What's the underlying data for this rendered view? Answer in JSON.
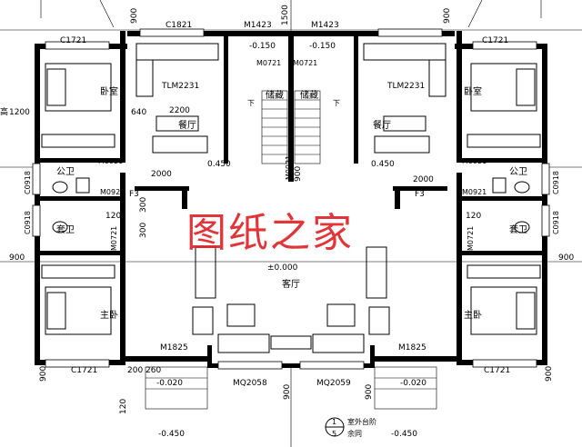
{
  "watermark": {
    "text": "图纸之家",
    "color": "#e0242a"
  },
  "rooms": {
    "bedroom_left": "卧室",
    "bedroom_right": "卧室",
    "dining_left": "餐厅",
    "dining_right": "餐厅",
    "storage_left": "储藏",
    "storage_right": "储藏",
    "public_bath_left": "公卫",
    "public_bath_right": "公卫",
    "ensuite_left": "套卫",
    "ensuite_right": "套卫",
    "master_left": "主卧",
    "master_right": "主卧",
    "living": "客厅",
    "stair_down_left": "下",
    "stair_down_right": "下"
  },
  "windows": {
    "c1821": "C1821",
    "m1423_l": "M1423",
    "m1423_r": "M1423",
    "c1721_tl": "C1721",
    "c1721_tr": "C1721",
    "c1721_bl": "C1721",
    "c1721_br": "C1721",
    "tlm_l": "TLM2231",
    "tlm_r": "TLM2231",
    "m0721_l": "M0721",
    "m0721_r": "M0721",
    "m0921_a": "M0921",
    "m0921_b": "M0921",
    "m0921_c": "M0921",
    "m0921_d": "M0921",
    "m0921_v": "M0921",
    "m0721_side_l": "M0721",
    "m0721_side_r": "M0721",
    "c0918_l1": "C0918",
    "c0918_l2": "C0918",
    "c0918_r1": "C0918",
    "c0918_r2": "C0918",
    "m1825_l": "M1825",
    "m1825_r": "M1825",
    "mq2058": "MQ2058",
    "mq2059": "MQ2059"
  },
  "levels": {
    "neg015_l": "-0.150",
    "neg015_r": "-0.150",
    "p045_l": "0.450",
    "p045_r": "0.450",
    "zero": "±0.000",
    "neg002_l": "-0.020",
    "neg002_r": "-0.020",
    "neg045_l": "-0.450",
    "neg045_r": "-0.450"
  },
  "dims": {
    "d900_tl": "900",
    "d1500": "1500",
    "d900_tr": "900",
    "d1200": "1200",
    "d640": "640",
    "d2200": "2200",
    "d2000_l": "2000",
    "d2000_r": "2000",
    "d900_ml": "900",
    "d900_mr": "900",
    "d1200_vl": "120",
    "d1200_vr": "120",
    "d300a": "300",
    "d300b": "300",
    "d900_bl": "900",
    "d900_br": "900",
    "d200": "200",
    "d260": "260",
    "d900_b1": "900",
    "d900_b2": "900",
    "d120": "120",
    "d900_vc": "900"
  },
  "misc": {
    "hai_prefix": "高",
    "f3_l": "F3",
    "f3_r": "F3",
    "section_top": "1",
    "section_bot": "5",
    "note1": "室外台阶",
    "note2": "余同"
  }
}
